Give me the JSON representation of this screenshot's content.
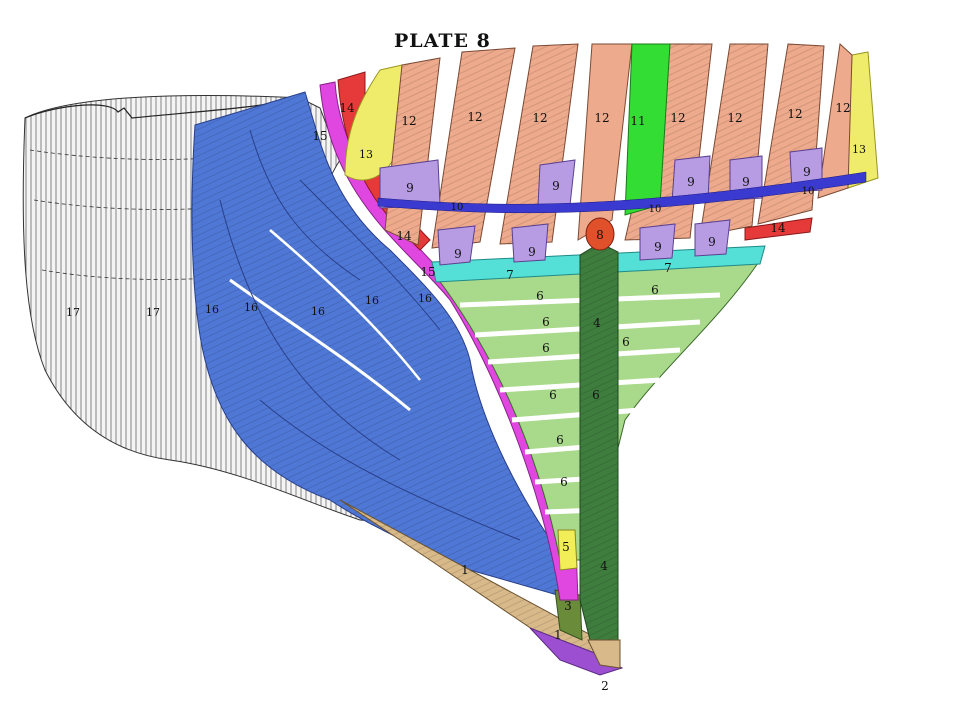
{
  "plate_title": "PLATE 8",
  "colors": {
    "part_1": "#d8b98a",
    "part_2": "#9c4fd0",
    "part_3": "#6a8c3a",
    "part_4": "#3f7d3f",
    "part_5": "#f2ee58",
    "part_6": "#a9d98a",
    "part_7": "#54e0d6",
    "part_8": "#e0502a",
    "part_9": "#b79ce4",
    "part_10": "#3a3ad0",
    "part_11": "#33dd33",
    "part_12": "#eeaa8c",
    "part_13": "#eeec6a",
    "part_14": "#e63a3a",
    "part_15": "#e046e0",
    "part_16": "#4f78d6",
    "part_17": "#d9d9d9"
  },
  "labels": {
    "l1a": "1",
    "l1b": "1",
    "l2": "2",
    "l3": "3",
    "l4a": "4",
    "l4b": "4",
    "l5": "5",
    "l6a": "6",
    "l6b": "6",
    "l6c": "6",
    "l6d": "6",
    "l6e": "6",
    "l6f": "6",
    "l6g": "6",
    "l6h": "6",
    "l6i": "6",
    "l7a": "7",
    "l7b": "7",
    "l8": "8",
    "l9a": "9",
    "l9b": "9",
    "l9c": "9",
    "l9d": "9",
    "l9e": "9",
    "l9f": "9",
    "l9g": "9",
    "l9h": "9",
    "l9i": "9",
    "l10a": "10",
    "l10b": "10",
    "l10c": "10",
    "l11": "11",
    "l12a": "12",
    "l12b": "12",
    "l12c": "12",
    "l12d": "12",
    "l12e": "12",
    "l12f": "12",
    "l12g": "12",
    "l12h": "12",
    "l13a": "13",
    "l13b": "13",
    "l14a": "14",
    "l14b": "14",
    "l14c": "14",
    "l15a": "15",
    "l15b": "15",
    "l16a": "16",
    "l16b": "16",
    "l16c": "16",
    "l16d": "16",
    "l16e": "16",
    "l17a": "17",
    "l17b": "17"
  }
}
